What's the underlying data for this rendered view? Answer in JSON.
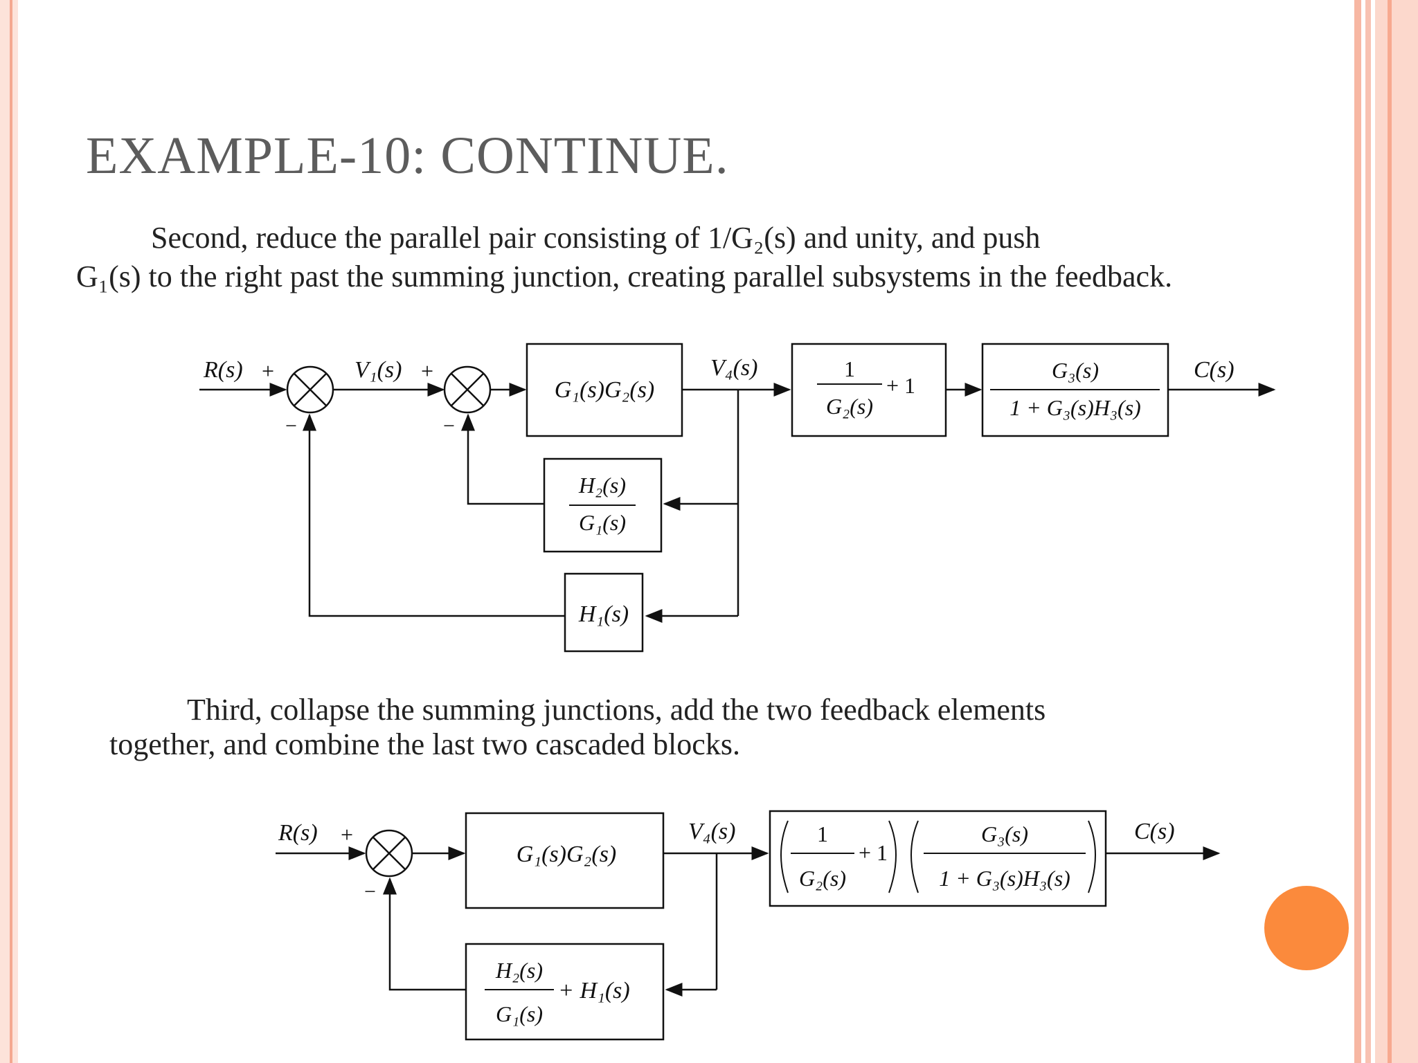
{
  "slide": {
    "title": "EXAMPLE-10: CONTINUE.",
    "para2_line1": "Second, reduce the parallel pair consisting of 1/G₂(s) and unity, and push",
    "para2_line2": "G₁(s) to the right past the summing junction, creating parallel subsystems in the feedback.",
    "para3_line1": "Third, collapse the summing junctions, add the two feedback elements",
    "para3_line2": "together, and combine the last two cascaded blocks."
  },
  "colors": {
    "title": "#5c5c5c",
    "accent_dot": "#fb8a3c",
    "border": "#f4a890"
  },
  "diagram1": {
    "input": "R(s)",
    "v1": "V₁(s)",
    "v4": "V₄(s)",
    "output": "C(s)",
    "plus": "+",
    "minus": "−",
    "block_g1g2": "G₁(s)G₂(s)",
    "block_inv_num": "1",
    "block_inv_den": "G₂(s)",
    "block_inv_plus": "+ 1",
    "block_cl_num": "G₃(s)",
    "block_cl_den": "1 + G₃(s)H₃(s)",
    "block_h2_num": "H₂(s)",
    "block_h2_den": "G₁(s)",
    "block_h1": "H₁(s)"
  },
  "diagram2": {
    "input": "R(s)",
    "v4": "V₄(s)",
    "output": "C(s)",
    "plus": "+",
    "minus": "−",
    "block_g1g2": "G₁(s)G₂(s)",
    "block_fwd_num1": "1",
    "block_fwd_den1": "G₂(s)",
    "block_fwd_plus": "+ 1",
    "block_fwd_num2": "G₃(s)",
    "block_fwd_den2": "1 + G₃(s)H₃(s)",
    "block_fb_num": "H₂(s)",
    "block_fb_den": "G₁(s)",
    "block_fb_plus": "+ H₁(s)"
  }
}
